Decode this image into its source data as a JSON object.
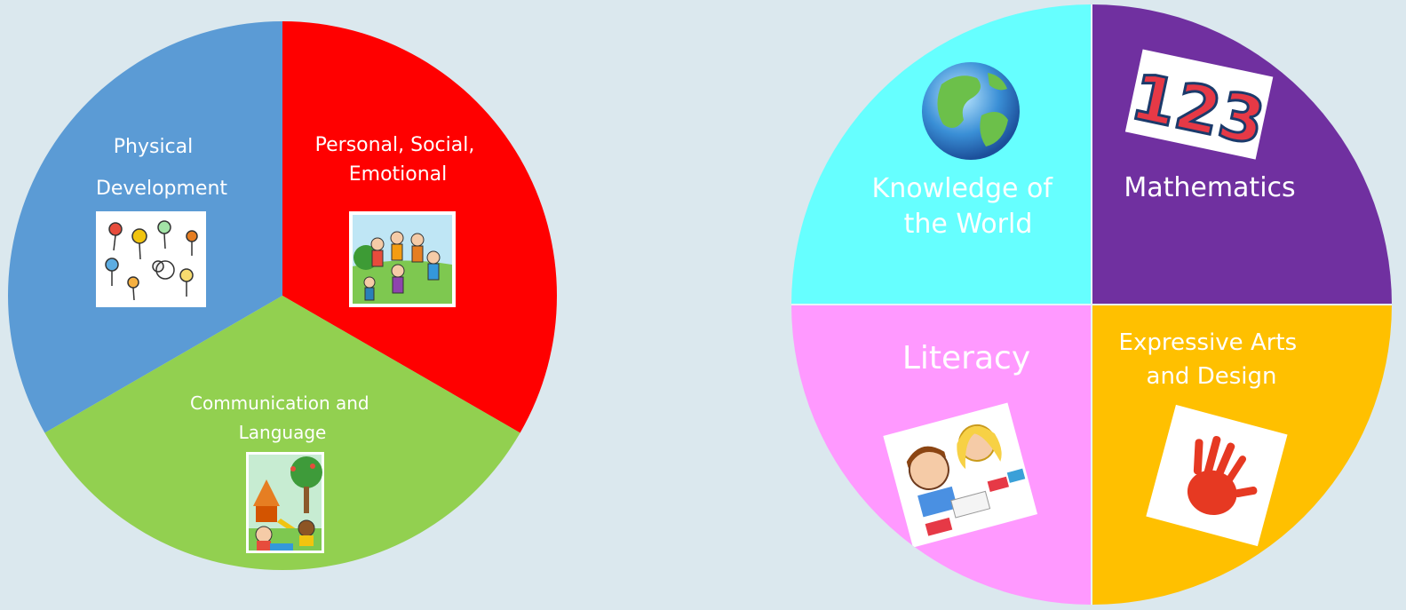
{
  "left_wheel": {
    "segments": [
      {
        "id": "physical",
        "lines": [
          "Physical",
          "Development"
        ],
        "color": "#5b9bd5",
        "text_color": "#ffffff"
      },
      {
        "id": "personal",
        "lines": [
          "Personal, Social,",
          "Emotional"
        ],
        "color": "#ff0000",
        "text_color": "#ffffff"
      },
      {
        "id": "communication",
        "lines": [
          "Communication and",
          "Language"
        ],
        "color": "#92d050",
        "text_color": "#ffffff"
      }
    ]
  },
  "right_wheel": {
    "segments": [
      {
        "id": "world",
        "lines": [
          "Knowledge of",
          "the World"
        ],
        "color": "#66ffff",
        "text_color": "#ffffff"
      },
      {
        "id": "maths",
        "lines": [
          "Mathematics"
        ],
        "color": "#7030a0",
        "text_color": "#ffffff"
      },
      {
        "id": "literacy",
        "lines": [
          "Literacy"
        ],
        "color": "#ff99ff",
        "text_color": "#ffffff"
      },
      {
        "id": "arts",
        "lines": [
          "Expressive Arts",
          "and Design"
        ],
        "color": "#ffc000",
        "text_color": "#ffffff"
      }
    ],
    "maths_badge": "123"
  },
  "colors": {
    "background": "#dbe8ee"
  },
  "icons": [
    "kids-playing-icon",
    "children-group-icon",
    "playground-icon",
    "globe-icon",
    "numbers-123-icon",
    "reading-children-icon",
    "handprint-icon"
  ]
}
